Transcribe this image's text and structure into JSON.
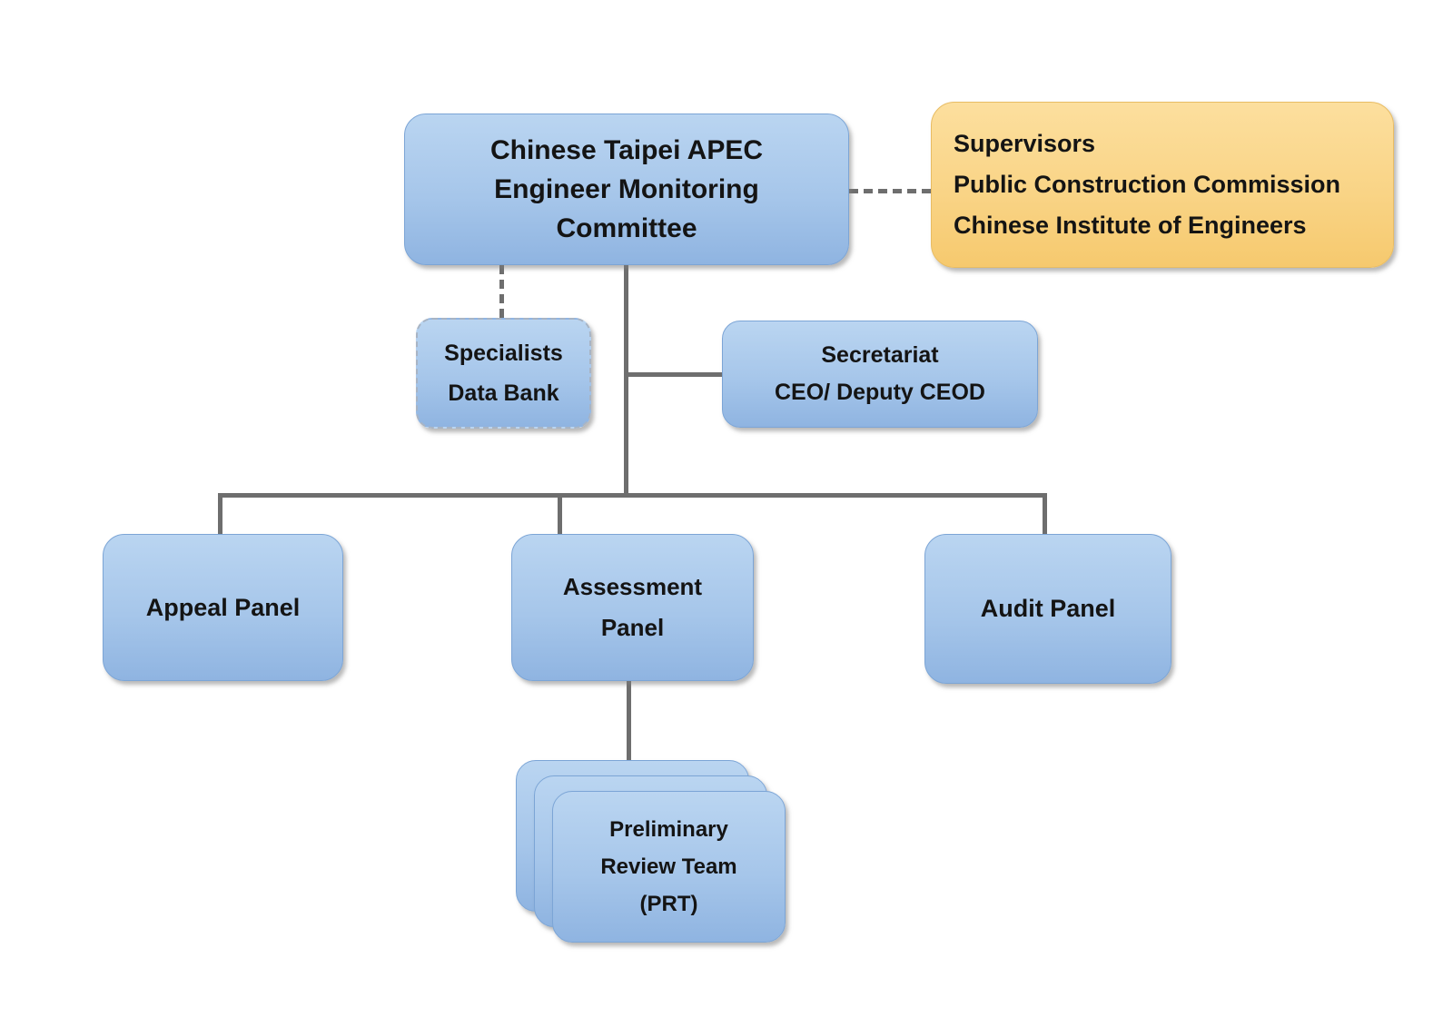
{
  "diagram": {
    "background": "#ffffff",
    "connector_color": "#6e6e6e",
    "text_color": "#141414",
    "colors": {
      "blue_node_top": "#bad5f1",
      "blue_node_bottom": "#8fb4e1",
      "blue_node_border": "#7ca5d6",
      "orange_node_top": "#fcdf9e",
      "orange_node_bottom": "#f6c96e",
      "orange_node_border": "#e8bc63"
    },
    "nodes": {
      "committee": {
        "line1": "Chinese Taipei APEC",
        "line2": "Engineer Monitoring",
        "line3": "Committee"
      },
      "supervisors": {
        "line1": "Supervisors",
        "line2": "Public Construction Commission",
        "line3": "Chinese Institute of Engineers"
      },
      "specialists": {
        "line1": "Specialists",
        "line2": "Data Bank"
      },
      "secretariat": {
        "line1": "Secretariat",
        "line2": "CEO/ Deputy CEOD"
      },
      "appeal": {
        "line1": "Appeal Panel"
      },
      "assessment": {
        "line1": "Assessment",
        "line2": "Panel"
      },
      "audit": {
        "line1": "Audit Panel"
      },
      "prt": {
        "line1": "Preliminary",
        "line2": "Review Team",
        "line3": "(PRT)"
      }
    },
    "edges": [
      {
        "from": "committee",
        "to": "supervisors",
        "style": "dashed"
      },
      {
        "from": "committee",
        "to": "specialists",
        "style": "dashed"
      },
      {
        "from": "committee",
        "to": "secretariat",
        "style": "solid"
      },
      {
        "from": "committee",
        "to": "appeal",
        "style": "solid"
      },
      {
        "from": "committee",
        "to": "assessment",
        "style": "solid"
      },
      {
        "from": "committee",
        "to": "audit",
        "style": "solid"
      },
      {
        "from": "assessment",
        "to": "prt",
        "style": "solid"
      }
    ]
  }
}
